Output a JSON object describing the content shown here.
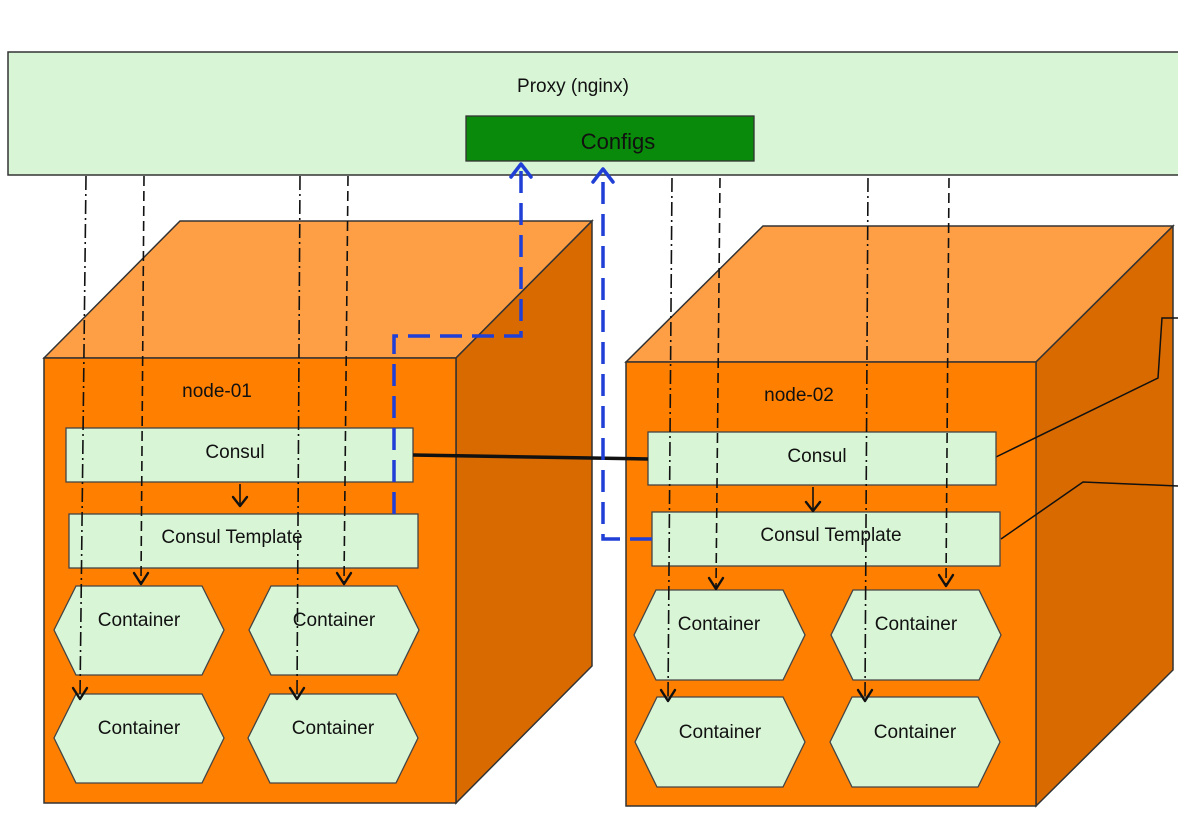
{
  "proxy": {
    "label": "Proxy (nginx)"
  },
  "configs": {
    "label": "Configs"
  },
  "colors": {
    "proxy_fill": "#d8f5d6",
    "configs_fill": "#0a8a0a",
    "node_front": "#ff7f00",
    "node_top": "#ff9f45",
    "node_side": "#d96a00",
    "blue_flow": "#1f3fd6"
  },
  "nodes": [
    {
      "name": "node-01",
      "consul": "Consul",
      "consul_template": "Consul Template",
      "containers": [
        "Container",
        "Container",
        "Container",
        "Container"
      ]
    },
    {
      "name": "node-02",
      "consul": "Consul",
      "consul_template": "Consul Template",
      "containers": [
        "Container",
        "Container",
        "Container",
        "Container"
      ]
    }
  ]
}
